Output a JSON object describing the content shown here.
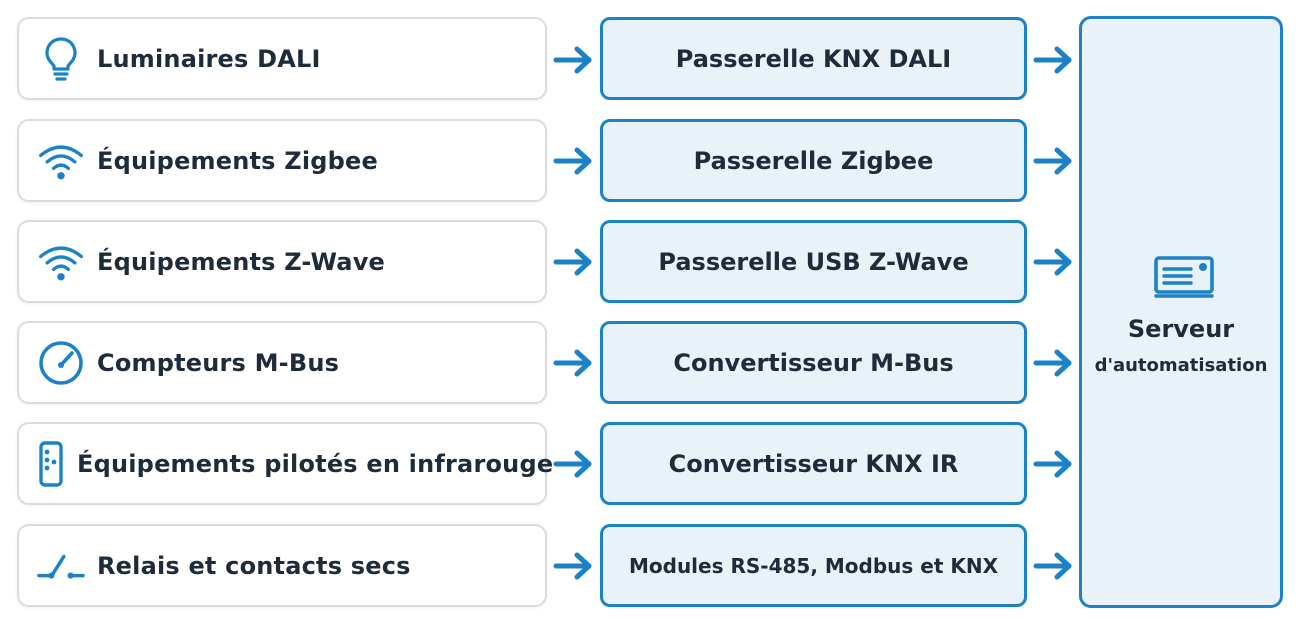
{
  "colors": {
    "accent": "#1b82c8",
    "box_fill": "#e9f1f9",
    "text": "#1e2b3a",
    "device_border": "#d9dde3"
  },
  "rows": [
    {
      "device": "Luminaires DALI",
      "icon": "lightbulb-icon",
      "gateway": "Passerelle KNX DALI"
    },
    {
      "device": "Équipements Zigbee",
      "icon": "wifi-icon",
      "gateway": "Passerelle Zigbee"
    },
    {
      "device": "Équipements Z-Wave",
      "icon": "wifi-icon",
      "gateway": "Passerelle USB Z-Wave"
    },
    {
      "device": "Compteurs M-Bus",
      "icon": "gauge-icon",
      "gateway": "Convertisseur M-Bus"
    },
    {
      "device": "Équipements pilotés en infrarouge",
      "icon": "remote-control-icon",
      "gateway": "Convertisseur KNX IR"
    },
    {
      "device": "Relais et contacts secs",
      "icon": "switch-contact-icon",
      "gateway": "Modules RS-485, Modbus et KNX"
    }
  ],
  "server": {
    "title": "Serveur",
    "subtitle": "d'automatisation",
    "icon": "server-icon"
  }
}
